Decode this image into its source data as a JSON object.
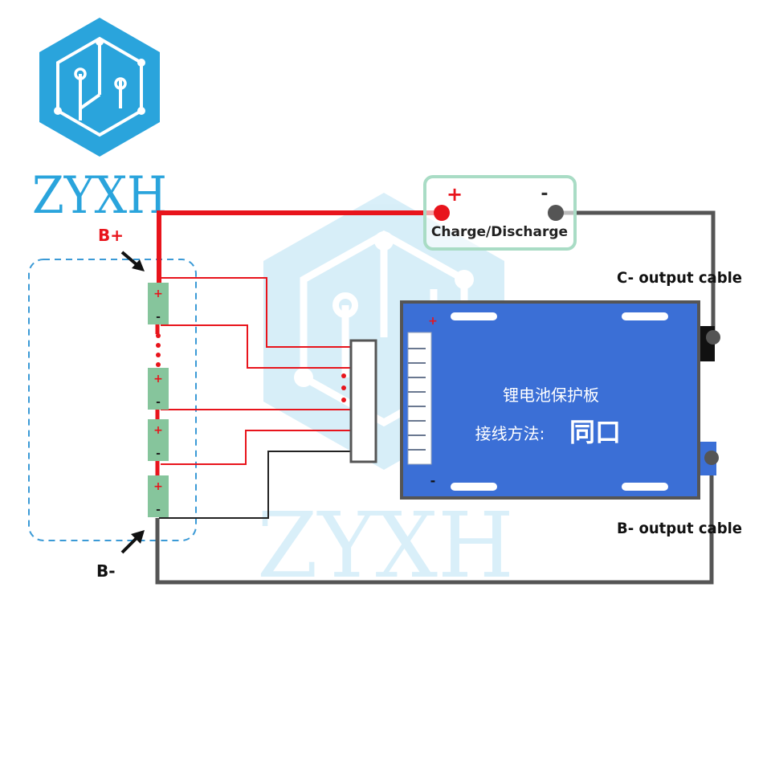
{
  "brand": {
    "name": "ZYXH",
    "watermark": "ZYXH",
    "logo_icon": "circuit-hexagon-icon"
  },
  "labels": {
    "b_plus": "B+",
    "b_minus": "B-",
    "c_output": "C- output cable",
    "b_output": "B- output cable"
  },
  "charge_box": {
    "plus": "+",
    "minus": "-",
    "label": "Charge/Discharge"
  },
  "cells": [
    {
      "plus": "+",
      "minus": "-"
    },
    {
      "plus": "+",
      "minus": "-"
    },
    {
      "plus": "+",
      "minus": "-"
    },
    {
      "plus": "+",
      "minus": "-"
    }
  ],
  "board": {
    "title": "锂电池保护板",
    "wiring_label": "接线方法:",
    "wiring_value": "同口",
    "plus": "+",
    "minus": "-"
  },
  "colors": {
    "wire_red": "#e8141c",
    "wire_black": "#555555",
    "board_blue": "#3b6fd6",
    "board_border": "#555555",
    "cell_green": "#86c59c",
    "dashed_blue": "#3b9ad6",
    "logo_blue": "#2aa4dc",
    "charge_box_border": "#a9dcc5"
  }
}
